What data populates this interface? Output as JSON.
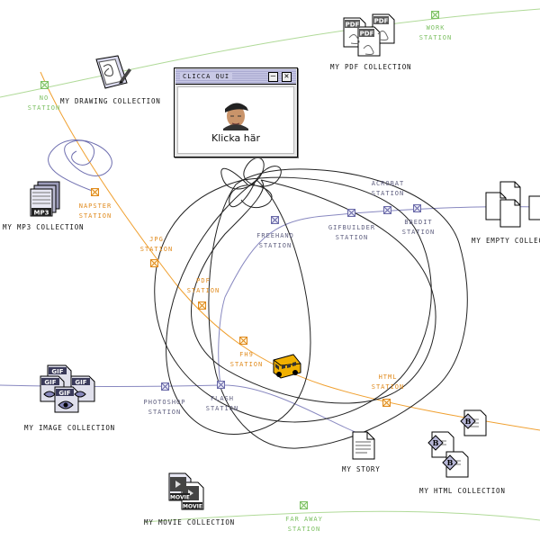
{
  "dialog": {
    "title": "CLICCA QUI",
    "minimize": "–",
    "close": "✕",
    "caption": "Klicka här"
  },
  "stations": {
    "no": "NO\nSTATION",
    "work": "WORK\nSTATION",
    "napster": "NAPSTER\nSTATION",
    "jpg": "JPG\nSTATION",
    "pdf": "PDF\nSTATION",
    "fh9": "FH9\nSTATION",
    "freehand": "FREEHAND\nSTATION",
    "gifbuilder": "GIFBUILDER\nSTATION",
    "acrobat": "ACROBAT\nSTATION",
    "bbedit": "BBEDIT\nSTATION",
    "photoshop": "PHOTOSHOP\nSTATION",
    "flash": "FLASH\nSTATION",
    "html": "HTML\nSTATION",
    "far_away": "FAR AWAY\nSTATION"
  },
  "collections": {
    "pdf": "MY PDF COLLECTION",
    "drawing": "MY DRAWING COLLECTION",
    "mp3": "MY MP3 COLLECTION",
    "empty": "MY EMPTY COLLECTION",
    "image": "MY IMAGE COLLECTION",
    "story": "MY STORY",
    "html": "MY HTML COLLECTION",
    "movie": "MY MOVIE COLLECTION"
  },
  "icon_text": {
    "pdf": "PDF",
    "mp3": "MP3",
    "gif": "GIF",
    "movie": "MOVIE",
    "html": "B"
  },
  "colors": {
    "orange_line": "#f0a030",
    "blue_line": "#8888c0",
    "green_line": "#a8d890",
    "bus": "#f0b000"
  },
  "icons": {
    "pdf": "pdf-document-icon",
    "drawing": "drawing-tablet-icon",
    "mp3": "mp3-file-icon",
    "empty": "blank-document-icon",
    "image": "gif-image-icon",
    "story": "text-document-icon",
    "html": "bbedit-html-icon",
    "movie": "movie-file-icon",
    "bus": "school-bus-icon",
    "avatar": "person-portrait-icon"
  }
}
